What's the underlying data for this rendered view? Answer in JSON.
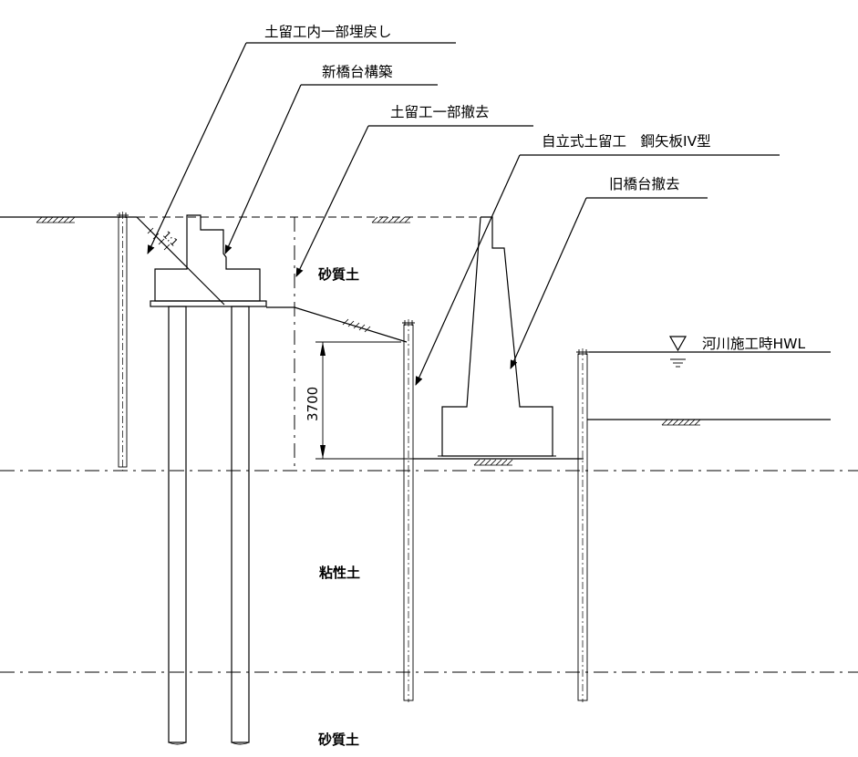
{
  "labels": {
    "backfill": "土留工内一部埋戻し",
    "new_abutment": "新橋台構築",
    "partial_removal": "土留工一部撤去",
    "self_standing": "自立式土留工　鋼矢板IV型",
    "old_abutment_removal": "旧橋台撤去",
    "hwl": "河川施工時HWL"
  },
  "soil_layers": {
    "top": "砂質土",
    "middle": "粘性土",
    "bottom": "砂質土"
  },
  "dimension": "3700",
  "slope": "1:1"
}
